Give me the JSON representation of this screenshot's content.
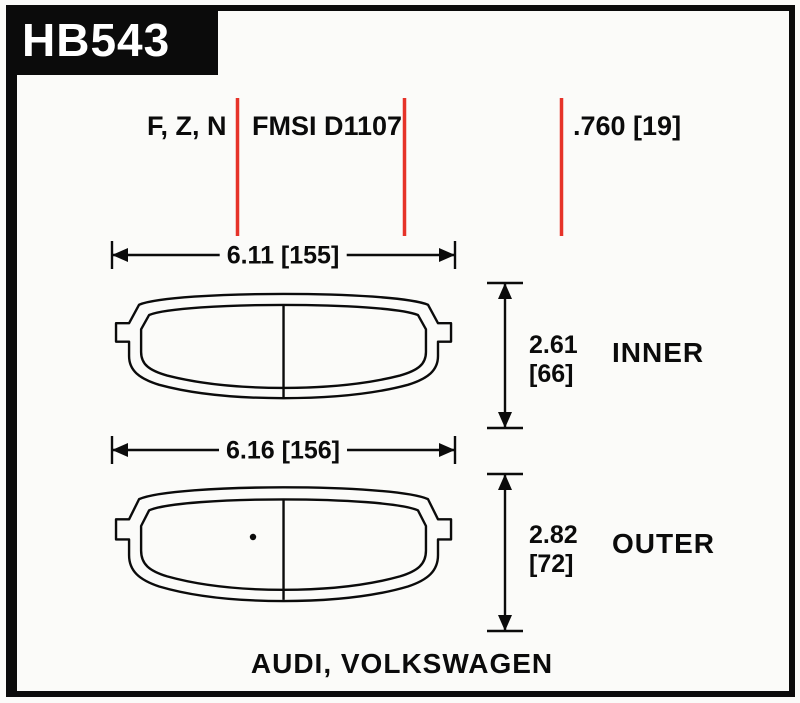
{
  "part": {
    "code": "HB543",
    "compounds": "F, Z, N",
    "fmsi": "FMSI D1107",
    "pad_thickness": ".760 [19]",
    "vehicles": "AUDI, VOLKSWAGEN"
  },
  "inner_pad": {
    "width": "6.11 [155]",
    "height_value": "2.61",
    "height_mm": "[66]",
    "label": "INNER"
  },
  "outer_pad": {
    "width": "6.16 [156]",
    "height_value": "2.82",
    "height_mm": "[72]",
    "label": "OUTER"
  },
  "colors": {
    "ink": "#0b0b0b",
    "accent_red": "#e63329"
  }
}
